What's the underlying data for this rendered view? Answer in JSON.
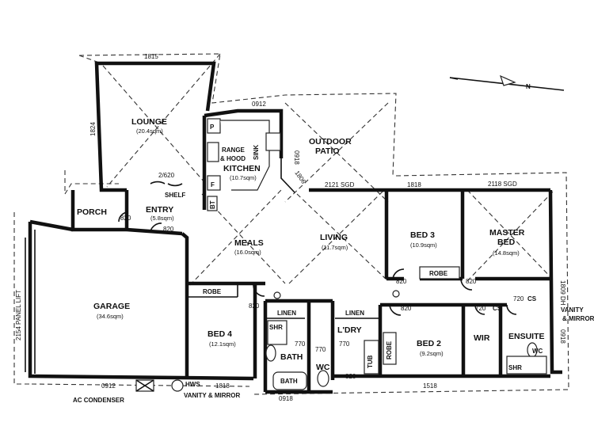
{
  "rooms": {
    "lounge": {
      "name": "LOUNGE",
      "area": "(20.4sqm)"
    },
    "kitchen": {
      "name": "KITCHEN",
      "area": "(10.7sqm)"
    },
    "range_hood": {
      "line1": "RANGE",
      "line2": "& HOOD"
    },
    "outdoor_patio": {
      "line1": "OUTDOOR",
      "line2": "PATIO"
    },
    "porch": {
      "name": "PORCH"
    },
    "entry": {
      "name": "ENTRY",
      "area": "(5.8sqm)"
    },
    "meals": {
      "name": "MEALS",
      "area": "(16.0sqm)"
    },
    "living": {
      "name": "LIVING",
      "area": "(11.7sqm)"
    },
    "bed3": {
      "name": "BED 3",
      "area": "(10.9sqm)"
    },
    "master": {
      "line1": "MASTER",
      "line2": "BED",
      "area": "(14.8sqm)"
    },
    "garage": {
      "name": "GARAGE",
      "area": "(34.6sqm)"
    },
    "bed4": {
      "name": "BED 4",
      "area": "(12.1sqm)"
    },
    "bath": {
      "name": "BATH"
    },
    "wc": {
      "name": "WC"
    },
    "ldry": {
      "name": "L'DRY"
    },
    "bed2": {
      "name": "BED 2",
      "area": "(9.2sqm)"
    },
    "wir": {
      "name": "WIR"
    },
    "ensuite": {
      "name": "ENSUITE"
    }
  },
  "fixtures": {
    "robe_bed4": "ROBE",
    "robe_bed3": "ROBE",
    "robe_bed2": "ROBE",
    "linen_left": "LINEN",
    "linen_right": "LINEN",
    "shr_bath": "SHR",
    "shr_ensuite": "SHR",
    "bath_tub": "BATH",
    "tub": "TUB",
    "wc_ensuite": "WC",
    "shelf": "SHELF",
    "sink": "SINK",
    "bt": "BT",
    "p": "P",
    "f": "F",
    "cs1": "CS",
    "cs2": "CS"
  },
  "dimensions": {
    "lounge_top": "1815",
    "lounge_side": "1824",
    "kitchen_top": "0912",
    "patio_side": "0918",
    "door_kitchen": "2/620",
    "diag_1806": "1806",
    "sgd_living": "2121 SGD",
    "bed3_top": "1818",
    "master_top": "2118 SGD",
    "d_entry1": "820",
    "d_entry2": "820",
    "d_bed3": "820",
    "d_master": "820",
    "d_bed4": "820",
    "d_bed2": "820",
    "d_wir": "720",
    "d_ens": "720",
    "d_bath": "770",
    "d_wc": "770",
    "d_ldry": "770",
    "d_ext": "820",
    "right_top": "1809 DH",
    "right_bot": "0918",
    "garage_side": "2154 PANEL LIFT",
    "garage_bot": "0912",
    "bed4_bot": "1818",
    "bed2_bot": "1518",
    "bath_bot": "0918"
  },
  "notes": {
    "hws": "HWS",
    "ac": "AC CONDENSER",
    "vanity_mirror": "VANITY & MIRROR",
    "vanity_right": "VANITY",
    "mirror_right": "& MIRROR",
    "north": "N"
  }
}
